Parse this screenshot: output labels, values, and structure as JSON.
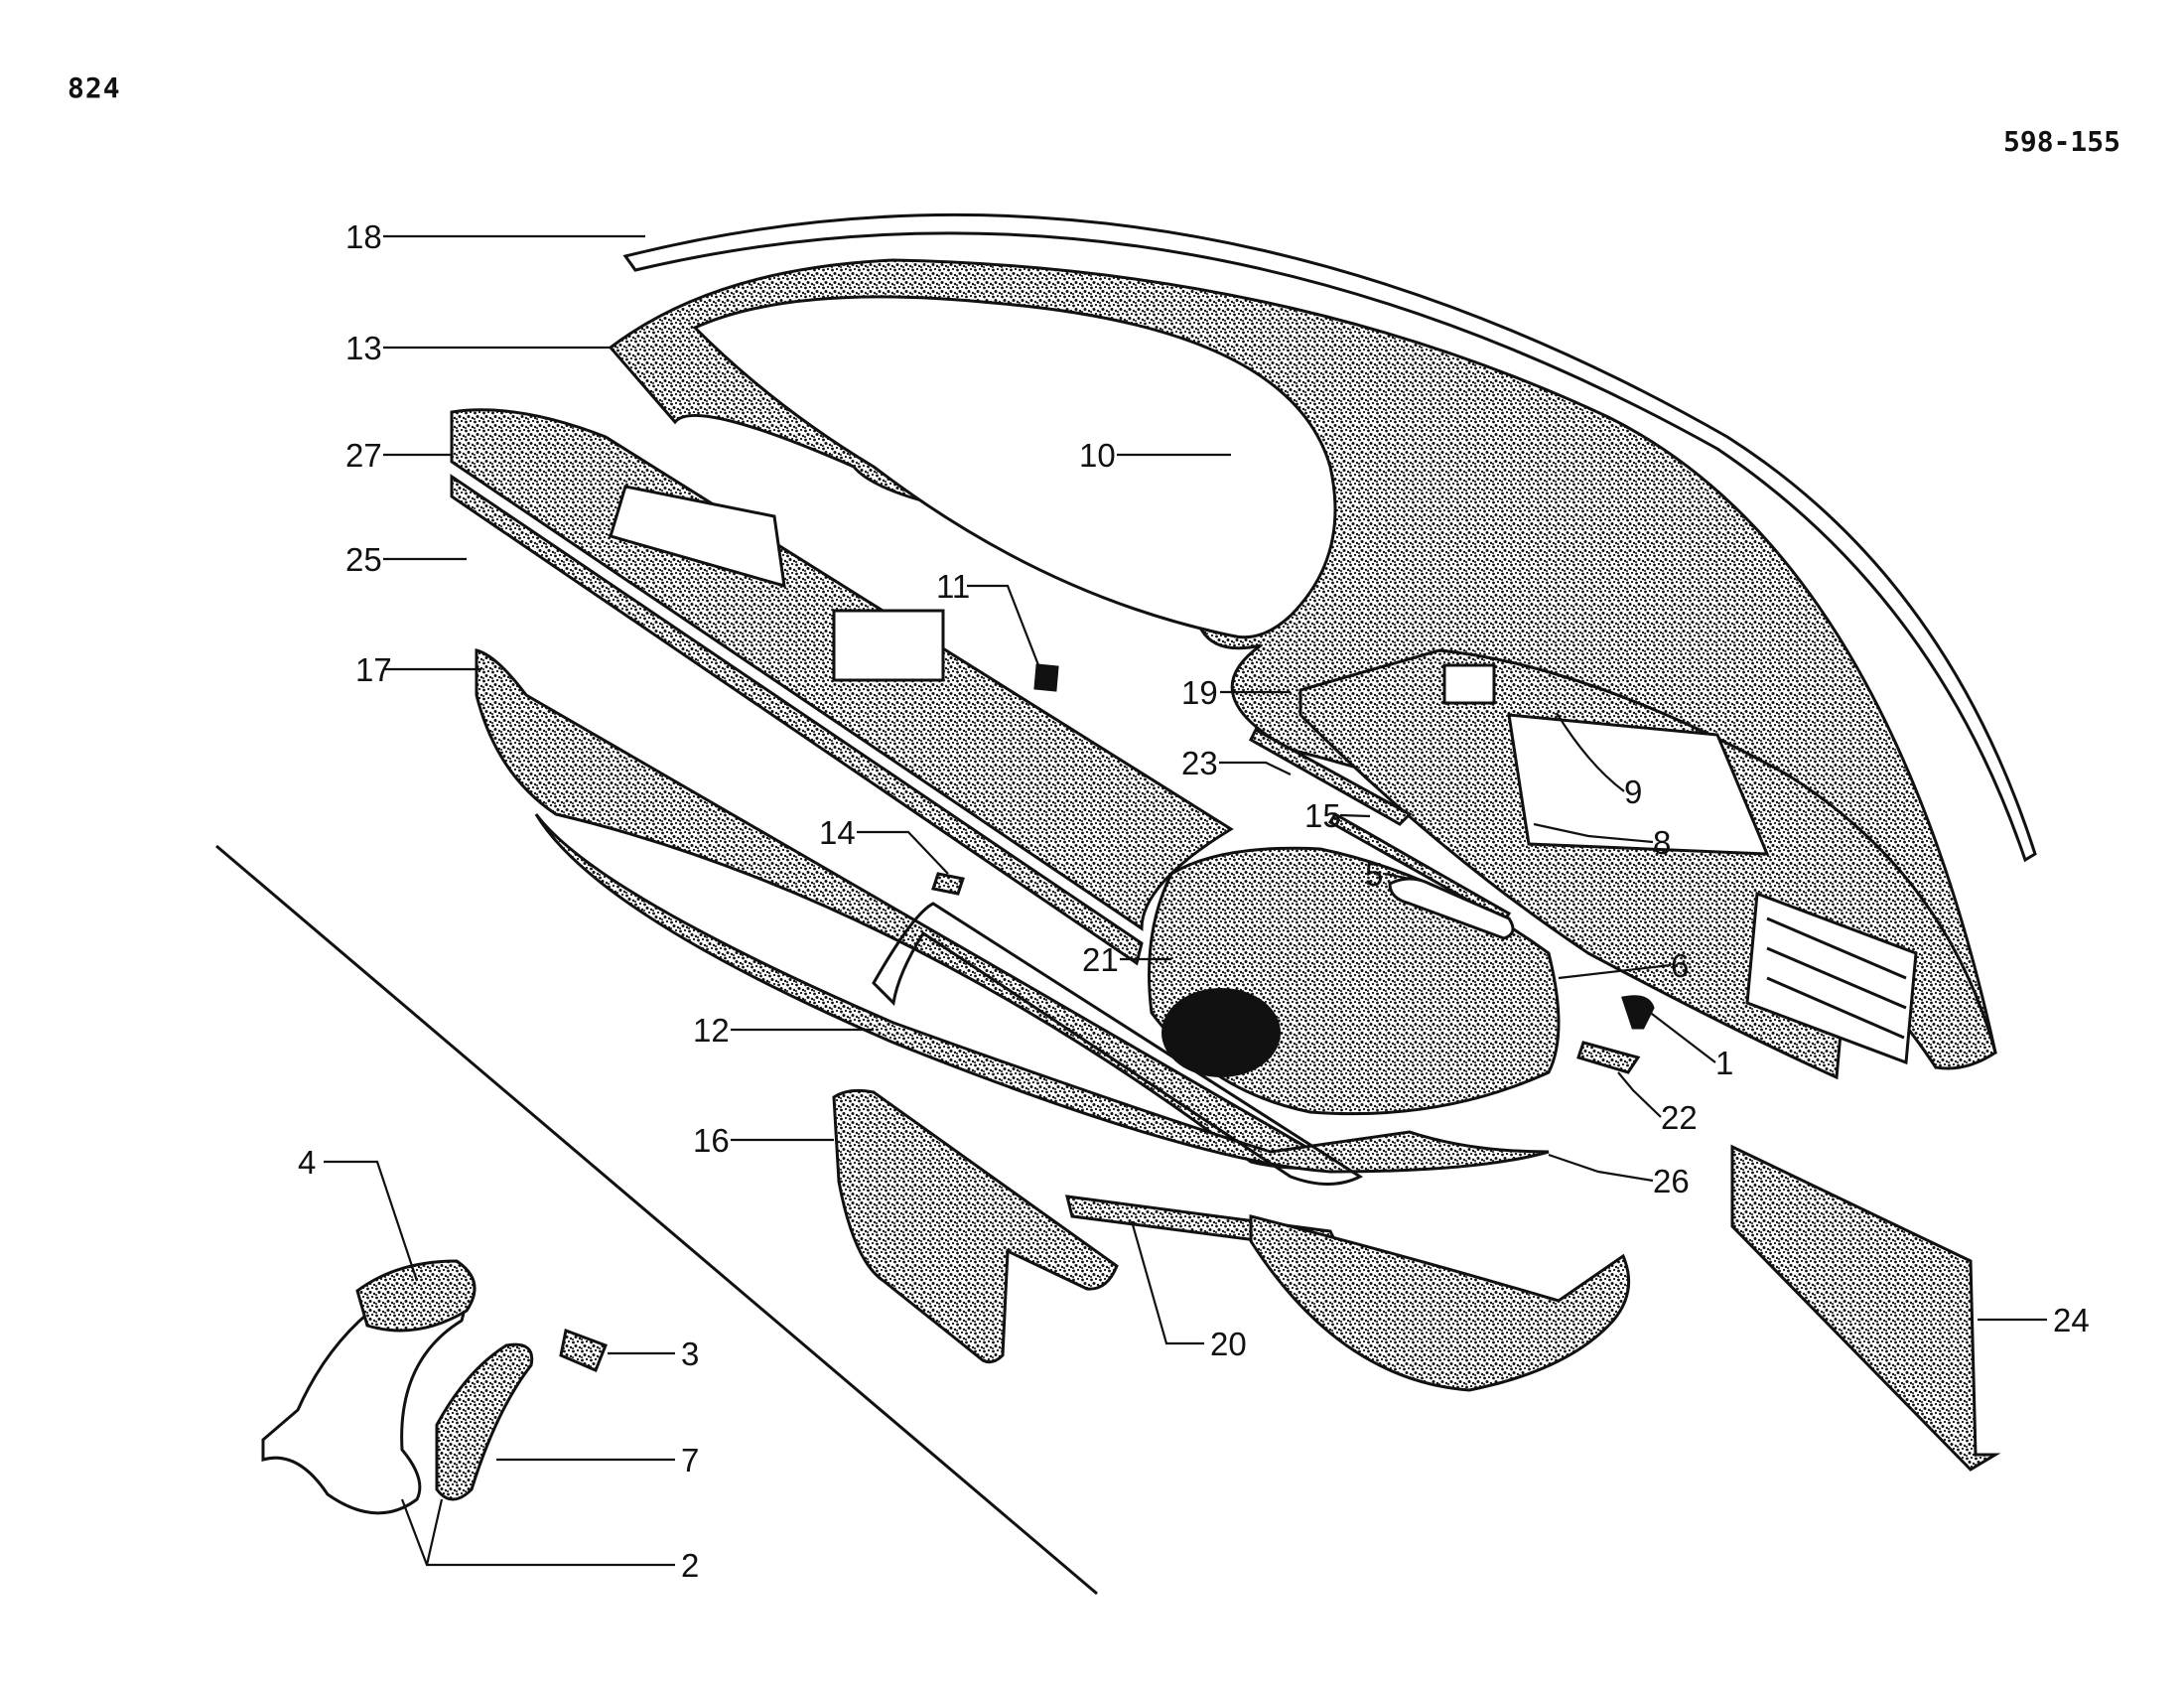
{
  "page_number": "824",
  "figure_number": "598-155",
  "callouts": [
    {
      "id": "c18",
      "text": "18"
    },
    {
      "id": "c13",
      "text": "13"
    },
    {
      "id": "c27",
      "text": "27"
    },
    {
      "id": "c10",
      "text": "10"
    },
    {
      "id": "c25",
      "text": "25"
    },
    {
      "id": "c11",
      "text": "11"
    },
    {
      "id": "c17",
      "text": "17"
    },
    {
      "id": "c19",
      "text": "19"
    },
    {
      "id": "c23",
      "text": "23"
    },
    {
      "id": "c9",
      "text": "9"
    },
    {
      "id": "c15",
      "text": "15"
    },
    {
      "id": "c8",
      "text": "8"
    },
    {
      "id": "c14",
      "text": "14"
    },
    {
      "id": "c5",
      "text": "5"
    },
    {
      "id": "c21",
      "text": "21"
    },
    {
      "id": "c6",
      "text": "6"
    },
    {
      "id": "c12",
      "text": "12"
    },
    {
      "id": "c1",
      "text": "1"
    },
    {
      "id": "c22",
      "text": "22"
    },
    {
      "id": "c16",
      "text": "16"
    },
    {
      "id": "c26",
      "text": "26"
    },
    {
      "id": "c4",
      "text": "4"
    },
    {
      "id": "c24",
      "text": "24"
    },
    {
      "id": "c3",
      "text": "3"
    },
    {
      "id": "c20",
      "text": "20"
    },
    {
      "id": "c7",
      "text": "7"
    },
    {
      "id": "c2",
      "text": "2"
    }
  ]
}
